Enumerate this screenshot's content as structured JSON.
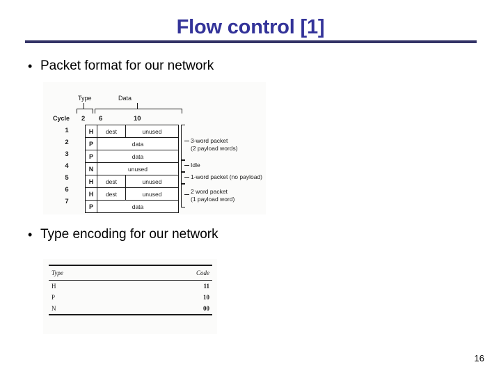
{
  "slide": {
    "title": "Flow control [1]",
    "title_color": "#333399",
    "rule_color": "#333366",
    "page_number": "16"
  },
  "bullets": [
    {
      "marker": "•",
      "text": "Packet format for our network"
    },
    {
      "marker": "•",
      "text": "Type encoding for our network"
    }
  ],
  "packet_figure": {
    "field_headers": {
      "type": "Type",
      "data": "Data"
    },
    "width_labels": [
      "2",
      "6",
      "10"
    ],
    "cycle_header": "Cycle",
    "cycles": [
      "1",
      "2",
      "3",
      "4",
      "5",
      "6",
      "7"
    ],
    "rows": [
      {
        "cycle": "1",
        "type": "H",
        "dest": "dest",
        "payload": "unused",
        "span": false
      },
      {
        "cycle": "2",
        "type": "P",
        "dest": "",
        "payload": "data",
        "span": true
      },
      {
        "cycle": "3",
        "type": "P",
        "dest": "",
        "payload": "data",
        "span": true
      },
      {
        "cycle": "4",
        "type": "N",
        "dest": "",
        "payload": "unused",
        "span": true
      },
      {
        "cycle": "5",
        "type": "H",
        "dest": "dest",
        "payload": "unused",
        "span": false
      },
      {
        "cycle": "6",
        "type": "H",
        "dest": "dest",
        "payload": "unused",
        "span": false
      },
      {
        "cycle": "7",
        "type": "P",
        "dest": "",
        "payload": "data",
        "span": true
      }
    ],
    "annotations": [
      {
        "line1": "3-word packet",
        "line2": "(2 payload words)"
      },
      {
        "line1": "Idle",
        "line2": ""
      },
      {
        "line1": "1-word packet (no payload)",
        "line2": ""
      },
      {
        "line1": "2 word packet",
        "line2": "(1 payload word)"
      }
    ]
  },
  "encoding_table": {
    "columns": [
      "Type",
      "Code"
    ],
    "rows": [
      {
        "type": "H",
        "code": "11"
      },
      {
        "type": "P",
        "code": "10"
      },
      {
        "type": "N",
        "code": "00"
      }
    ]
  }
}
